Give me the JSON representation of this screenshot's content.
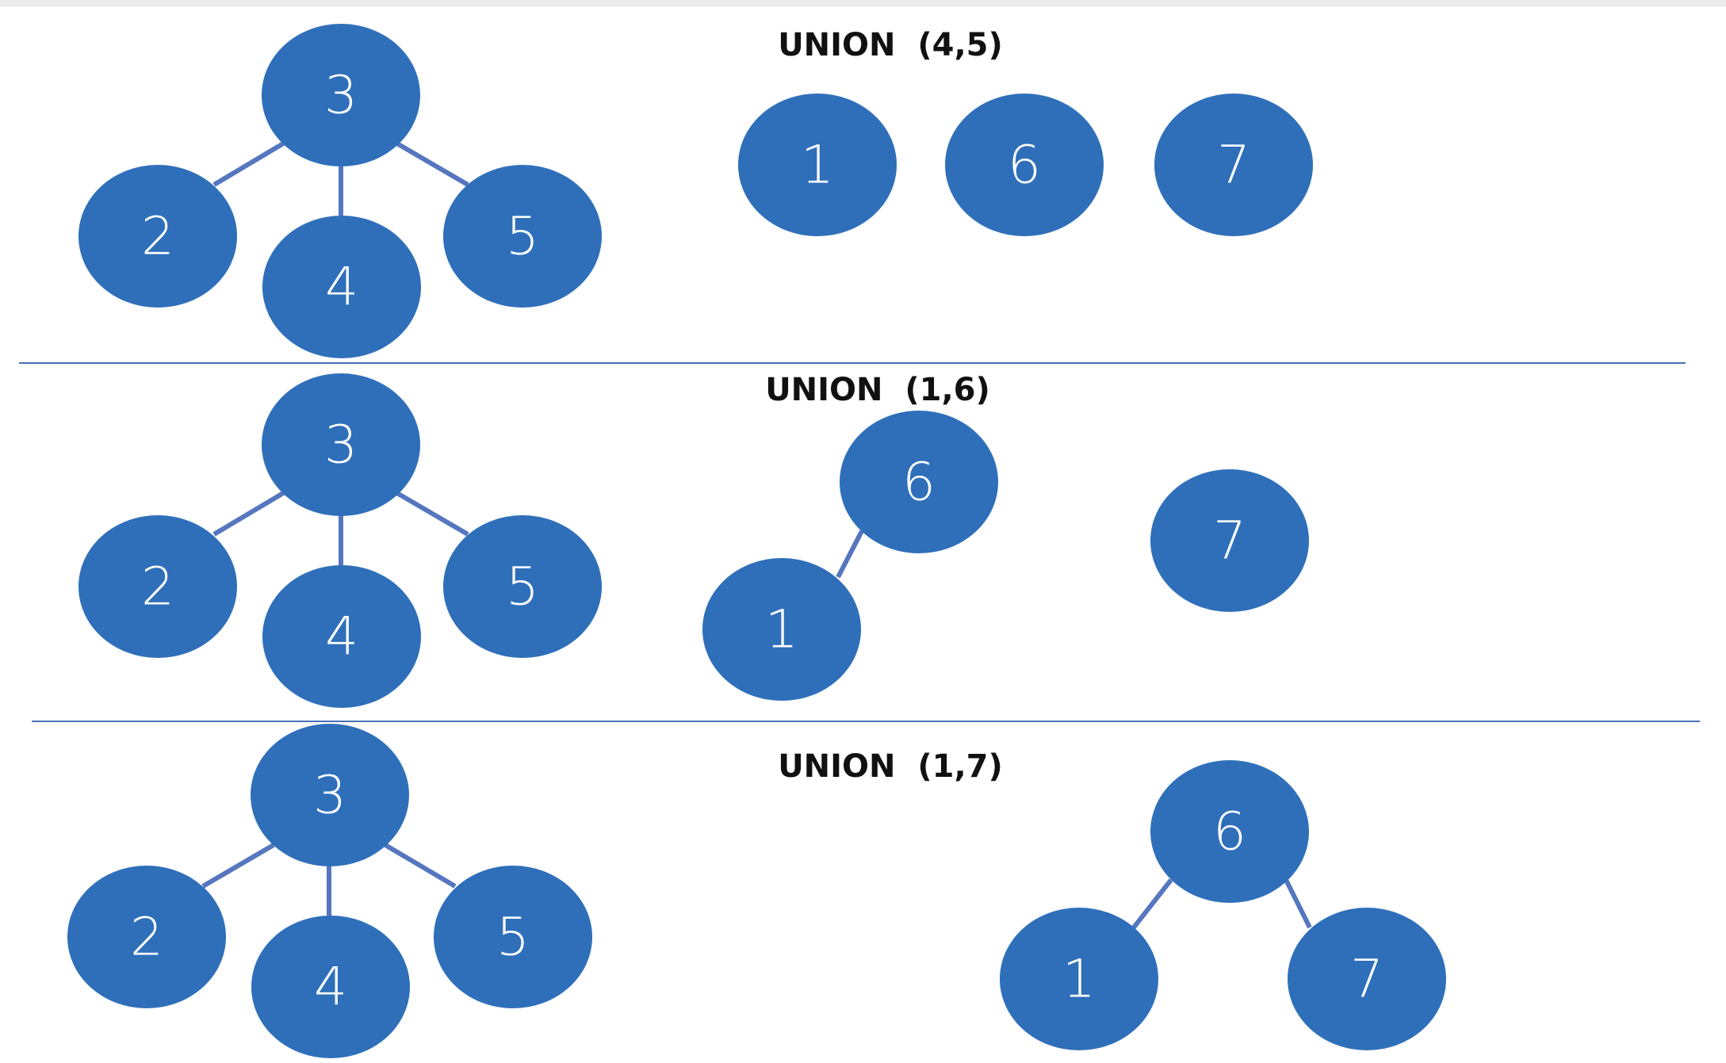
{
  "colors": {
    "node_fill": "#2f6fba",
    "node_text": "#ffffff",
    "edge": "#5676bf",
    "divider": "#4a6fb5"
  },
  "panels": [
    {
      "title": "UNION  (4,5)",
      "nodes": [
        {
          "id": "n3",
          "label": "3"
        },
        {
          "id": "n2",
          "label": "2"
        },
        {
          "id": "n4",
          "label": "4"
        },
        {
          "id": "n5",
          "label": "5"
        },
        {
          "id": "n1",
          "label": "1"
        },
        {
          "id": "n6",
          "label": "6"
        },
        {
          "id": "n7",
          "label": "7"
        }
      ],
      "edges": [
        [
          "n3",
          "n2"
        ],
        [
          "n3",
          "n4"
        ],
        [
          "n3",
          "n5"
        ]
      ]
    },
    {
      "title": "UNION  (1,6)",
      "nodes": [
        {
          "id": "n3",
          "label": "3"
        },
        {
          "id": "n2",
          "label": "2"
        },
        {
          "id": "n4",
          "label": "4"
        },
        {
          "id": "n5",
          "label": "5"
        },
        {
          "id": "n6",
          "label": "6"
        },
        {
          "id": "n1",
          "label": "1"
        },
        {
          "id": "n7",
          "label": "7"
        }
      ],
      "edges": [
        [
          "n3",
          "n2"
        ],
        [
          "n3",
          "n4"
        ],
        [
          "n3",
          "n5"
        ],
        [
          "n6",
          "n1"
        ]
      ]
    },
    {
      "title": "UNION  (1,7)",
      "nodes": [
        {
          "id": "n3",
          "label": "3"
        },
        {
          "id": "n2",
          "label": "2"
        },
        {
          "id": "n4",
          "label": "4"
        },
        {
          "id": "n5",
          "label": "5"
        },
        {
          "id": "n6",
          "label": "6"
        },
        {
          "id": "n1",
          "label": "1"
        },
        {
          "id": "n7",
          "label": "7"
        }
      ],
      "edges": [
        [
          "n3",
          "n2"
        ],
        [
          "n3",
          "n4"
        ],
        [
          "n3",
          "n5"
        ],
        [
          "n6",
          "n1"
        ],
        [
          "n6",
          "n7"
        ]
      ]
    }
  ]
}
